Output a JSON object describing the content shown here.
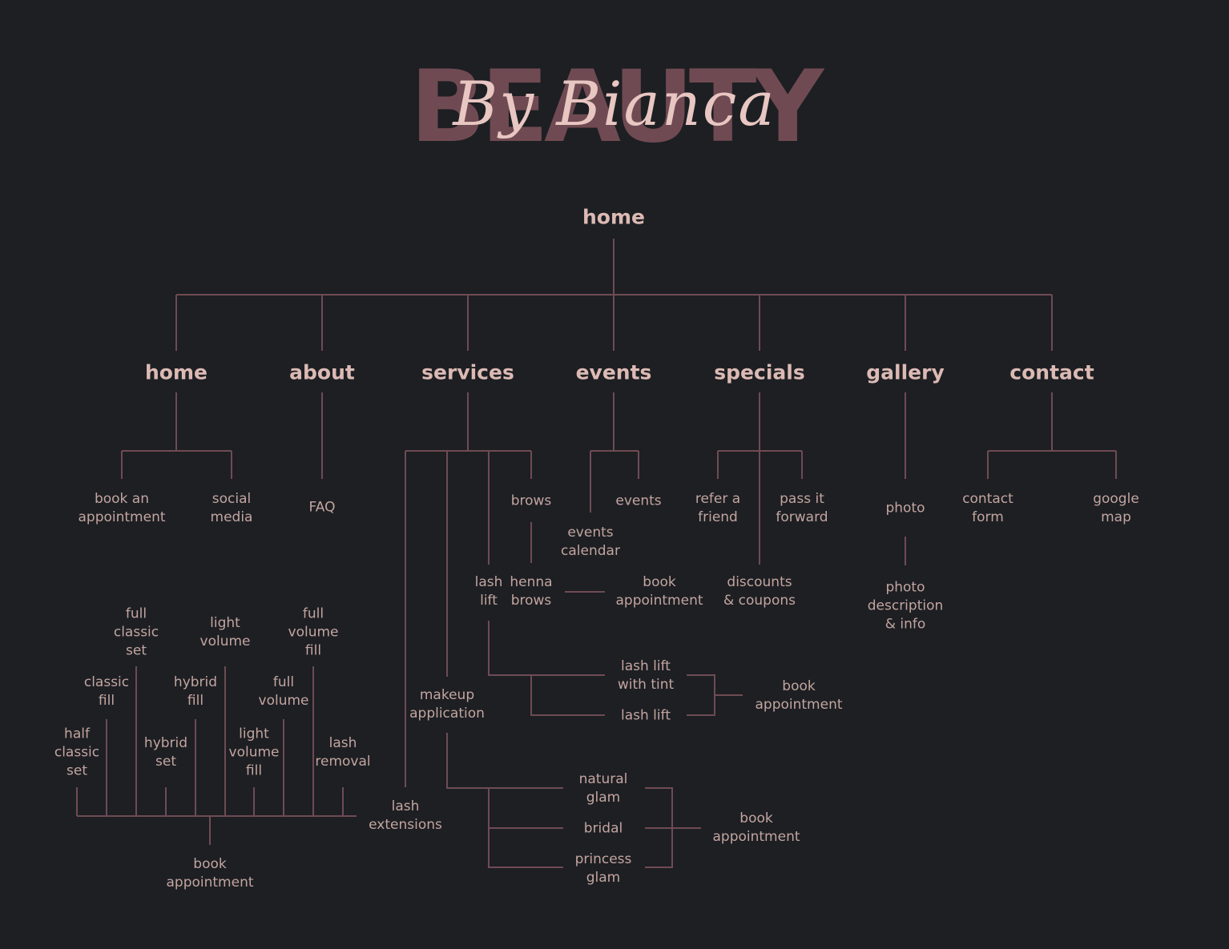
{
  "logo": {
    "wordmark": "BEAUTY",
    "script": "By Bianca"
  },
  "colors": {
    "background": "#1d1f23",
    "line": "#6f4b53",
    "heading": "#dcbab4",
    "leaf": "#c3a5a0",
    "wordmark": "#704a52"
  },
  "nodes": {
    "root": "home",
    "top": {
      "home": "home",
      "about": "about",
      "services": "services",
      "events": "events",
      "specials": "specials",
      "gallery": "gallery",
      "contact": "contact"
    },
    "home_book": [
      "book an",
      "appointment"
    ],
    "home_social": [
      "social",
      "media"
    ],
    "faq": [
      "FAQ"
    ],
    "brows": [
      "brows"
    ],
    "henna": [
      "henna",
      "brows"
    ],
    "brows_book": [
      "book",
      "appointment"
    ],
    "lashlift": [
      "lash",
      "lift"
    ],
    "lashlift_tint": [
      "lash lift",
      "with tint"
    ],
    "lashlift_plain": [
      "lash lift"
    ],
    "lashlift_book": [
      "book",
      "appointment"
    ],
    "makeup": [
      "makeup",
      "application"
    ],
    "natural": [
      "natural",
      "glam"
    ],
    "bridal": [
      "bridal"
    ],
    "princess": [
      "princess",
      "glam"
    ],
    "makeup_book": [
      "book",
      "appointment"
    ],
    "lashext": [
      "lash",
      "extensions"
    ],
    "ext_half": [
      "half",
      "classic",
      "set"
    ],
    "ext_classicfill": [
      "classic",
      "fill"
    ],
    "ext_fullclassic": [
      "full",
      "classic",
      "set"
    ],
    "ext_hybridset": [
      "hybrid",
      "set"
    ],
    "ext_hybridfill": [
      "hybrid",
      "fill"
    ],
    "ext_lightvol": [
      "light",
      "volume"
    ],
    "ext_lightvolfill": [
      "light",
      "volume",
      "fill"
    ],
    "ext_fullvol": [
      "full",
      "volume"
    ],
    "ext_fullvolfill": [
      "full",
      "volume",
      "fill"
    ],
    "ext_removal": [
      "lash",
      "removal"
    ],
    "ext_book": [
      "book",
      "appointment"
    ],
    "ev_calendar": [
      "events",
      "calendar"
    ],
    "ev_events": [
      "events"
    ],
    "sp_refer": [
      "refer a",
      "friend"
    ],
    "sp_pass": [
      "pass it",
      "forward"
    ],
    "sp_discounts": [
      "discounts",
      "& coupons"
    ],
    "gal_photo": [
      "photo"
    ],
    "gal_desc": [
      "photo",
      "description",
      "& info"
    ],
    "ct_form": [
      "contact",
      "form"
    ],
    "ct_map": [
      "google",
      "map"
    ]
  }
}
